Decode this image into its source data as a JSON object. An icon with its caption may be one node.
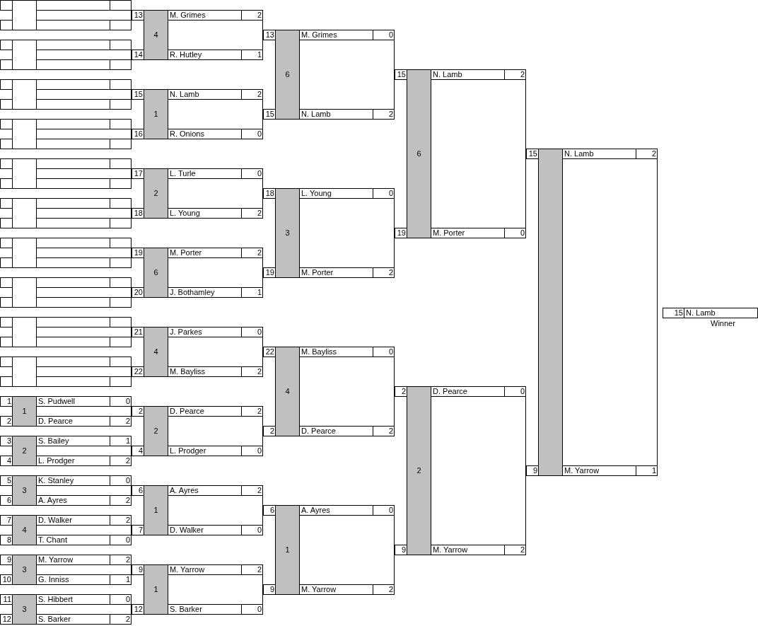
{
  "diagram": {
    "nodes": [
      {
        "text": [],
        "shape": "box"
      },
      {
        "text": [],
        "shape": "box"
      },
      {
        "text": [],
        "shape": "box"
      },
      {
        "text": [],
        "shape": "box"
      },
      {
        "text": [],
        "shape": "box"
      },
      {
        "text": [],
        "shape": "box"
      },
      {
        "text": [],
        "shape": "box"
      },
      {
        "text": [],
        "shape": "box"
      },
      {
        "text": [],
        "shape": "box"
      },
      {
        "text": [],
        "shape": "box"
      },
      {
        "text": [],
        "shape": "box"
      },
      {
        "text": [],
        "shape": "box"
      },
      {
        "text": [],
        "shape": "box"
      },
      {
        "text": [],
        "shape": "box"
      },
      {
        "text": [],
        "shape": "box"
      },
      {
        "text": [],
        "shape": "box"
      },
      {
        "text": [],
        "shape": "box"
      },
      {
        "text": [],
        "shape": "box"
      },
      {
        "text": [],
        "shape": "box"
      },
      {
        "text": [],
        "shape": "box"
      },
      {
        "text": [],
        "shape": "box"
      },
      {
        "text": [],
        "shape": "box"
      },
      {
        "text": [],
        "shape": "box"
      },
      {
        "text": [],
        "shape": "box"
      },
      {
        "text": [],
        "shape": "box"
      },
      {
        "text": [],
        "shape": "box"
      },
      {
        "text": [],
        "shape": "box"
      },
      {
        "text": [],
        "shape": "box"
      },
      {
        "text": [],
        "shape": "box"
      },
      {
        "text": [],
        "shape": "box"
      },
      {
        "text": [
          "1",
          "S. Pudwell",
          "0"
        ]
      },
      {
        "text": [
          "1"
        ]
      },
      {
        "text": [
          "2",
          "D. Pearce",
          "2"
        ]
      },
      {
        "text": [
          "3",
          "S. Bailey",
          "1"
        ]
      },
      {
        "text": [
          "2"
        ]
      },
      {
        "text": [
          "4",
          "L. Prodger",
          "2"
        ]
      },
      {
        "text": [
          "5",
          "K. Stanley",
          "0"
        ]
      },
      {
        "text": [
          "3"
        ]
      },
      {
        "text": [
          "6",
          "A. Ayres",
          "2"
        ]
      },
      {
        "text": [
          "7",
          "D. Walker",
          "2"
        ]
      },
      {
        "text": [
          "4"
        ]
      },
      {
        "text": [
          "8",
          "T. Chant",
          "0"
        ]
      },
      {
        "text": [
          "9",
          "M. Yarrow",
          "2"
        ]
      },
      {
        "text": [
          "3"
        ]
      },
      {
        "text": [
          "10",
          "G. Inniss",
          "1"
        ]
      },
      {
        "text": [
          "11",
          "S. Hibbert",
          "0"
        ]
      },
      {
        "text": [
          "3"
        ]
      },
      {
        "text": [
          "12",
          "S. Barker",
          "2"
        ]
      },
      {
        "text": [
          "13",
          "M. Grimes",
          "2"
        ]
      },
      {
        "text": [
          "4"
        ]
      },
      {
        "text": [
          "14",
          "R. Hutley",
          "1"
        ]
      },
      {
        "text": [
          "15",
          "N. Lamb",
          "2"
        ]
      },
      {
        "text": [
          "1"
        ]
      },
      {
        "text": [
          "16",
          "R. Onions",
          "0"
        ]
      },
      {
        "text": [
          "17",
          "L. Turle",
          "0"
        ]
      },
      {
        "text": [
          "2"
        ]
      },
      {
        "text": [
          "18",
          "L. Young",
          "2"
        ]
      },
      {
        "text": [
          "19",
          "M. Porter",
          "2"
        ]
      },
      {
        "text": [
          "6"
        ]
      },
      {
        "text": [
          "20",
          "J. Bothamley",
          "1"
        ]
      },
      {
        "text": [
          "21",
          "J. Parkes",
          "0"
        ]
      },
      {
        "text": [
          "4"
        ]
      },
      {
        "text": [
          "22",
          "M. Bayliss",
          "2"
        ]
      },
      {
        "text": [
          "2",
          "D. Pearce",
          "2"
        ]
      },
      {
        "text": [
          "2"
        ]
      },
      {
        "text": [
          "4",
          "L. Prodger",
          "0"
        ]
      },
      {
        "text": [
          "6",
          "A. Ayres",
          "2"
        ]
      },
      {
        "text": [
          "1"
        ]
      },
      {
        "text": [
          "7",
          "D. Walker",
          "0"
        ]
      },
      {
        "text": [
          "9",
          "M. Yarrow",
          "2"
        ]
      },
      {
        "text": [
          "1"
        ]
      },
      {
        "text": [
          "12",
          "S. Barker",
          "0"
        ]
      },
      {
        "text": [
          "13",
          "M. Grimes",
          "0"
        ]
      },
      {
        "text": [
          "6"
        ]
      },
      {
        "text": [
          "15",
          "N. Lamb",
          "2"
        ]
      },
      {
        "text": [
          "18",
          "L. Young",
          "0"
        ]
      },
      {
        "text": [
          "3"
        ]
      },
      {
        "text": [
          "19",
          "M. Porter",
          "2"
        ]
      },
      {
        "text": [
          "22",
          "M. Bayliss",
          "0"
        ]
      },
      {
        "text": [
          "4"
        ]
      },
      {
        "text": [
          "2",
          "D. Pearce",
          "2"
        ]
      },
      {
        "text": [
          "6",
          "A. Ayres",
          "0"
        ]
      },
      {
        "text": [
          "1"
        ]
      },
      {
        "text": [
          "9",
          "M. Yarrow",
          "2"
        ]
      },
      {
        "text": [
          "15",
          "N. Lamb",
          "2"
        ]
      },
      {
        "text": [
          "6"
        ]
      },
      {
        "text": [
          "19",
          "M. Porter",
          "0"
        ]
      },
      {
        "text": [
          "2",
          "D. Pearce",
          "0"
        ]
      },
      {
        "text": [
          "2"
        ]
      },
      {
        "text": [
          "9",
          "M. Yarrow",
          "2"
        ]
      },
      {
        "text": [
          "15",
          "N. Lamb",
          "2"
        ]
      },
      {
        "text": [],
        "shape": "bar"
      },
      {
        "text": [
          "9",
          "M. Yarrow",
          "1"
        ]
      },
      {
        "text": [
          "15",
          "N. Lamb"
        ],
        "beside": [
          "Winner"
        ]
      }
    ]
  }
}
